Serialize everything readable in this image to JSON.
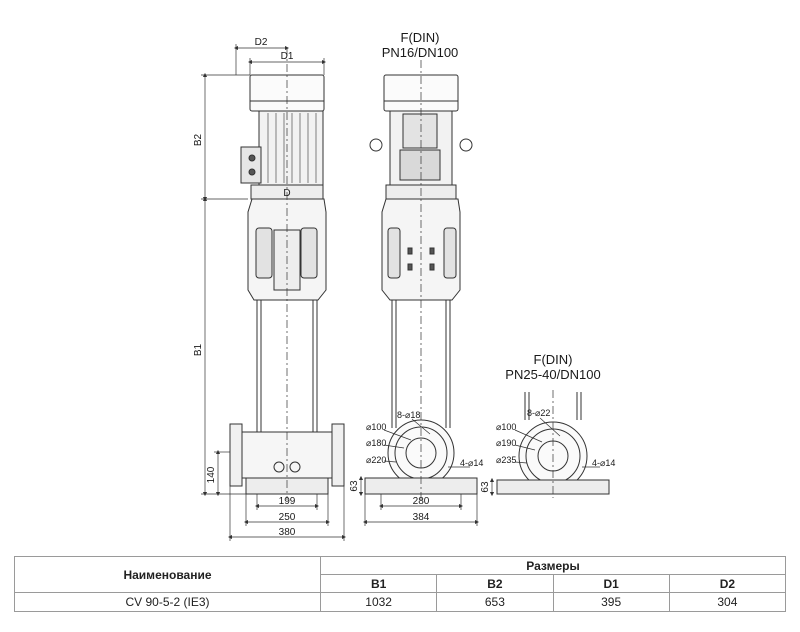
{
  "drawing": {
    "side_view": {
      "dim_d2": "D2",
      "dim_d1": "D1",
      "dim_d": "D",
      "dim_b2": "B2",
      "dim_b1": "B1",
      "dim_140": "140",
      "dim_199": "199",
      "dim_250": "250",
      "dim_380": "380"
    },
    "front_view": {
      "flange_line1": "F(DIN)",
      "flange_line2": "PN16/DN100",
      "dim_63": "63",
      "dim_280": "280",
      "dim_384": "384",
      "d100": "⌀100",
      "d180": "⌀180",
      "d220": "⌀220",
      "holes_top": "8-⌀18",
      "holes_base": "4-⌀14"
    },
    "flange2": {
      "flange_line1": "F(DIN)",
      "flange_line2": "PN25-40/DN100",
      "dim_63": "63",
      "d100": "⌀100",
      "d190": "⌀190",
      "d235": "⌀235",
      "holes_top": "8-⌀22",
      "holes_base": "4-⌀14"
    }
  },
  "table": {
    "name_header": "Наименование",
    "group_header": "Размеры",
    "columns": [
      "B1",
      "B2",
      "D1",
      "D2"
    ],
    "rows": [
      {
        "name": "CV 90-5-2 (IE3)",
        "values": [
          "1032",
          "653",
          "395",
          "304"
        ]
      }
    ]
  }
}
